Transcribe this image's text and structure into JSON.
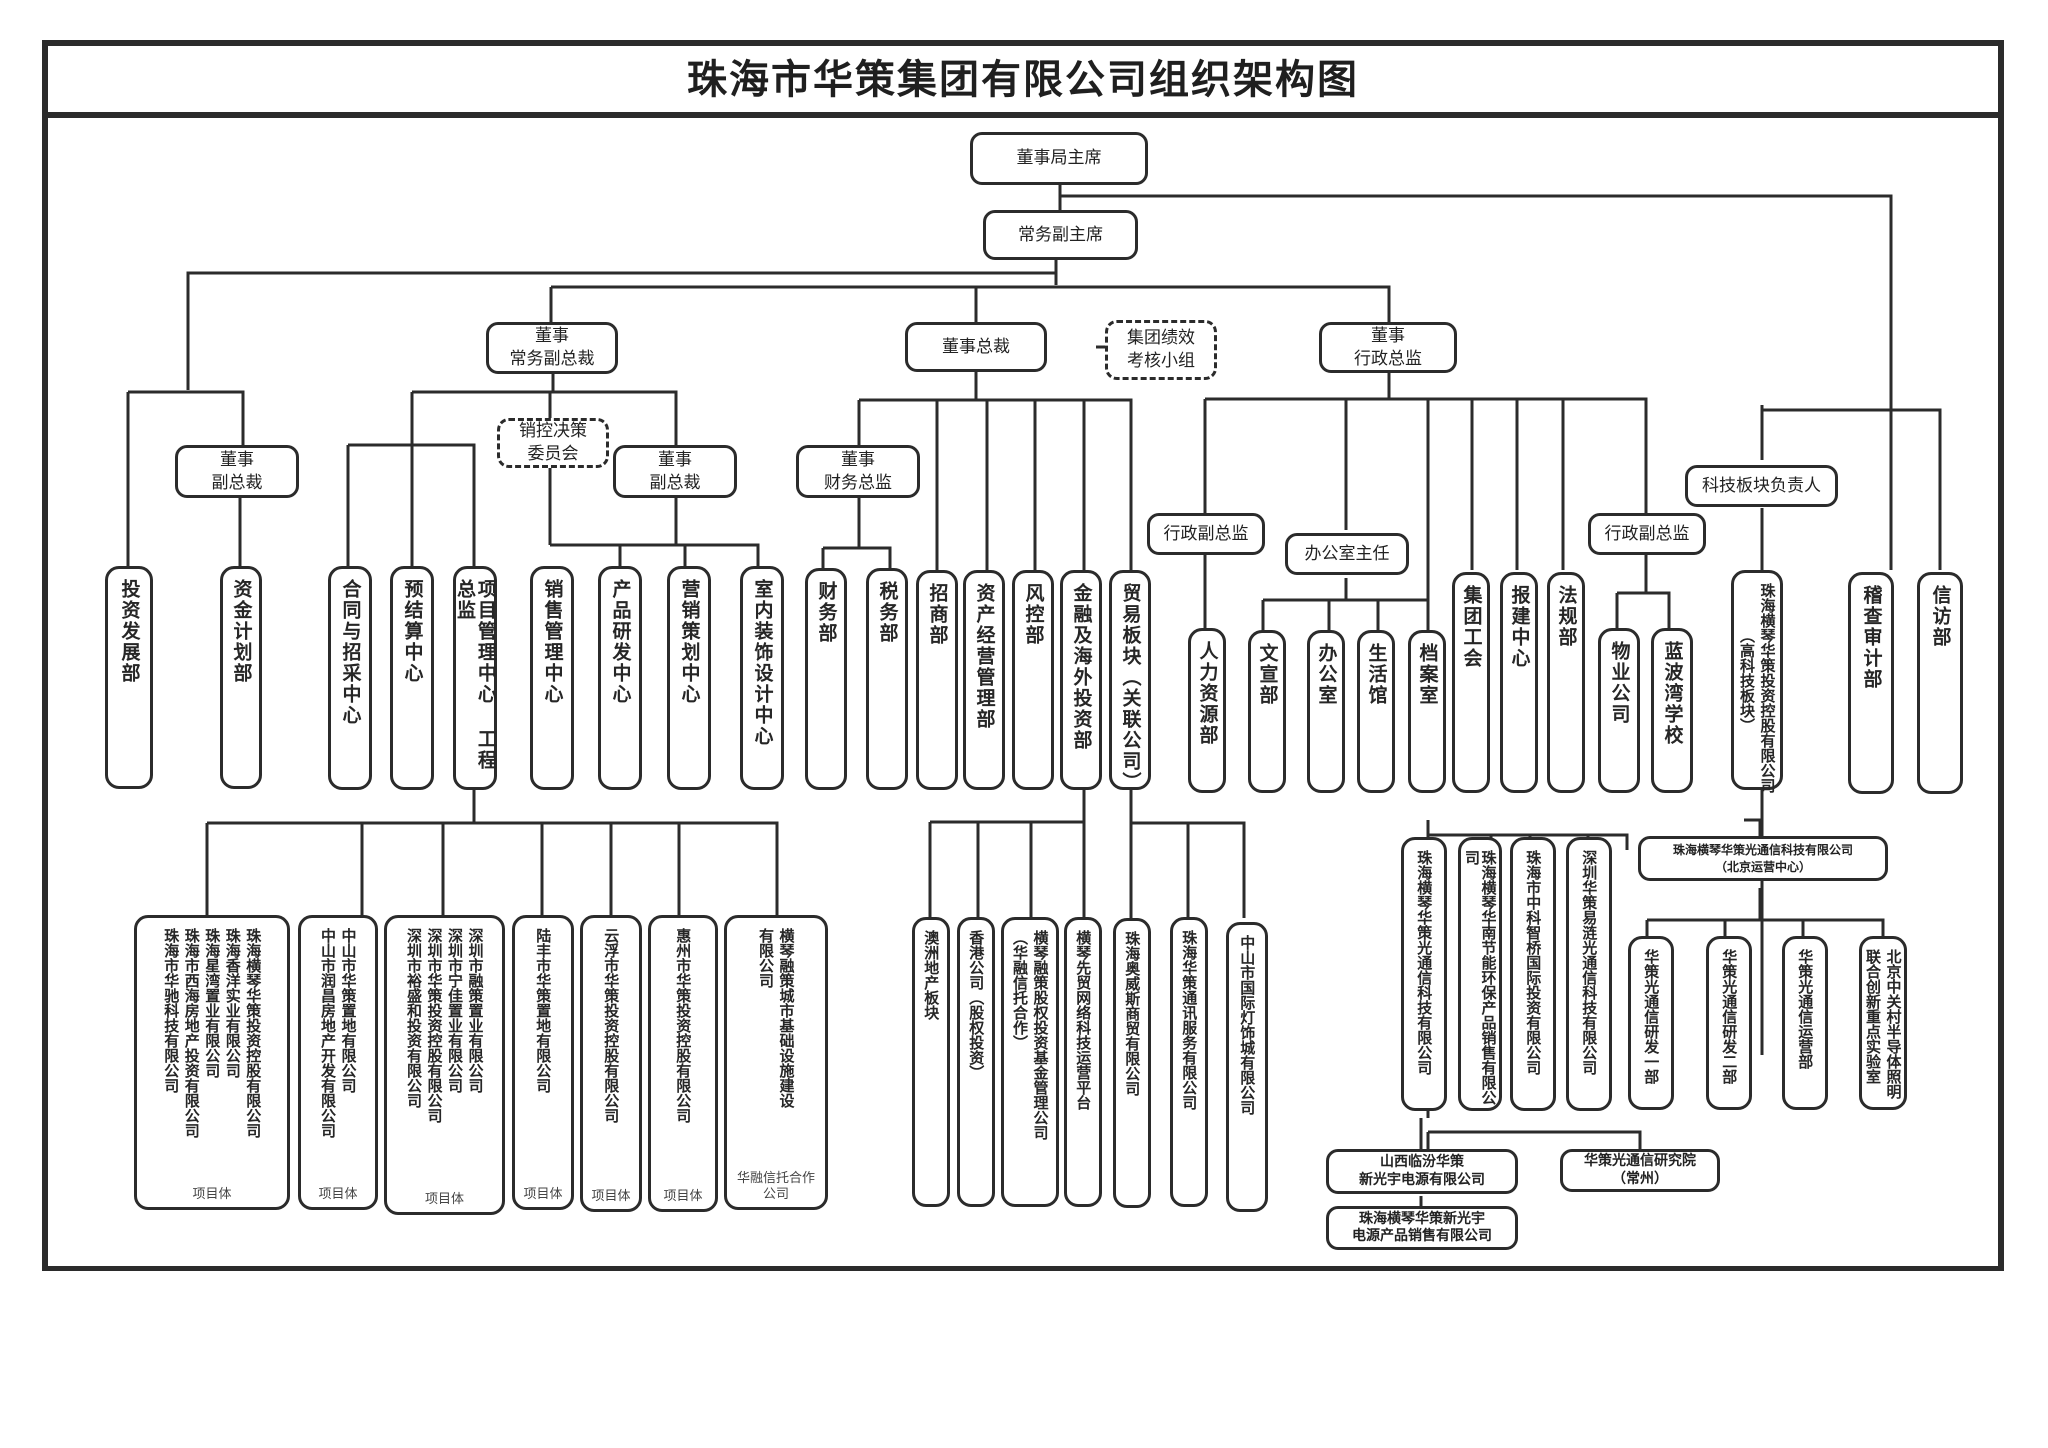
{
  "title": "珠海市华策集团有限公司组织架构图",
  "nodes": {
    "chairman": "董事局主席",
    "exec_vice_chairman": "常务副主席",
    "exec_vp_director": [
      "董事",
      "常务副总裁"
    ],
    "president": "董事总裁",
    "perf_group": [
      "集团绩效",
      "考核小组"
    ],
    "admin_director": [
      "董事",
      "行政总监"
    ],
    "vp_left": [
      "董事",
      "副总裁"
    ],
    "sales_committee": [
      "销控决策",
      "委员会"
    ],
    "vp_sales": [
      "董事",
      "副总裁"
    ],
    "cfo": [
      "董事",
      "财务总监"
    ],
    "admin_deputy_1": "行政副总监",
    "office_director": "办公室主任",
    "admin_deputy_2": "行政副总监",
    "tech_head": "科技板块负责人"
  },
  "departments": {
    "invest_dev": "投资发展部",
    "fund_plan": "资金计划部",
    "contract": "合同与招采中心",
    "budget": "预结算中心",
    "project_mgmt": "项目管理中心 工程总监",
    "sales_mgmt": "销售管理中心",
    "product_rd": "产品研发中心",
    "marketing": "营销策划中心",
    "interior": "室内装饰设计中心",
    "finance": "财务部",
    "tax": "税务部",
    "investment_attract": "招商部",
    "asset_mgmt": "资产经营管理部",
    "risk": "风控部",
    "fin_overseas": "金融及海外投资部",
    "trade": "贸易板块（关联公司）",
    "hr": "人力资源部",
    "publicity": "文宣部",
    "office": "办公室",
    "living": "生活馆",
    "archive": "档案室",
    "union": "集团工会",
    "filing": "报建中心",
    "legal": "法规部",
    "property": "物业公司",
    "school": "蓝波湾学校",
    "tech_holding": [
      "珠海横琴华策投资控股有限公司",
      "（高科技板块）"
    ],
    "audit": "稽查审计部",
    "petition": "信访部"
  },
  "project_entities": [
    {
      "companies": [
        "珠海横琴华策投资控股有限公司",
        "珠海香洋实业有限公司",
        "珠海星湾置业有限公司",
        "珠海市西海房地产投资有限公司",
        "珠海市华驰科技有限公司"
      ],
      "footer": "项目体"
    },
    {
      "companies": [
        "中山市华策置地有限公司",
        "中山市润昌房地产开发有限公司"
      ],
      "footer": "项目体"
    },
    {
      "companies": [
        "深圳市融策置业有限公司",
        "深圳市宁佳置业有限公司",
        "深圳市华策投资控股有限公司",
        "深圳市裕盛和投资有限公司"
      ],
      "footer": "项目体"
    },
    {
      "companies": [
        "陆丰市华策置地有限公司"
      ],
      "footer": "项目体"
    },
    {
      "companies": [
        "云浮市华策投资控股有限公司"
      ],
      "footer": "项目体"
    },
    {
      "companies": [
        "惠州市华策投资控股有限公司"
      ],
      "footer": "项目体"
    },
    {
      "companies": [
        "横琴融策城市基础设施建设",
        "有限公司"
      ],
      "footer": "华融信托合作公司"
    }
  ],
  "finance_subs": [
    "澳洲地产板块",
    [
      "香港公司",
      "（股权投资）"
    ],
    [
      "横琴融策股权投资基金管理公司",
      "（华融信托合作）"
    ],
    "横琴先贸网络科技运营平台"
  ],
  "trade_subs": [
    "珠海奥威斯商贸有限公司",
    "珠海华策通讯服务有限公司",
    "中山市国际灯饰城有限公司"
  ],
  "tech_subs": [
    "珠海横琴华策光通信科技有限公司",
    "珠海横琴华南节能环保产品销售有限公司",
    "珠海市中科智桥国际投资有限公司",
    "深圳华策易涟光通信科技有限公司"
  ],
  "beijing_center": [
    "珠海横琴华策光通信科技有限公司",
    "（北京运营中心）"
  ],
  "beijing_subs": [
    "华策光通信研发一部",
    "华策光通信研发二部",
    "华策光通信运营部",
    [
      "北京中关村半导体照明",
      "联合创新重点实验室"
    ]
  ],
  "optical_subs": {
    "shanxi": [
      "山西临汾华策",
      "新光宇电源有限公司"
    ],
    "institute": [
      "华策光通信研究院",
      "（常州）"
    ],
    "sales_co": [
      "珠海横琴华策新光宇",
      "电源产品销售有限公司"
    ]
  }
}
